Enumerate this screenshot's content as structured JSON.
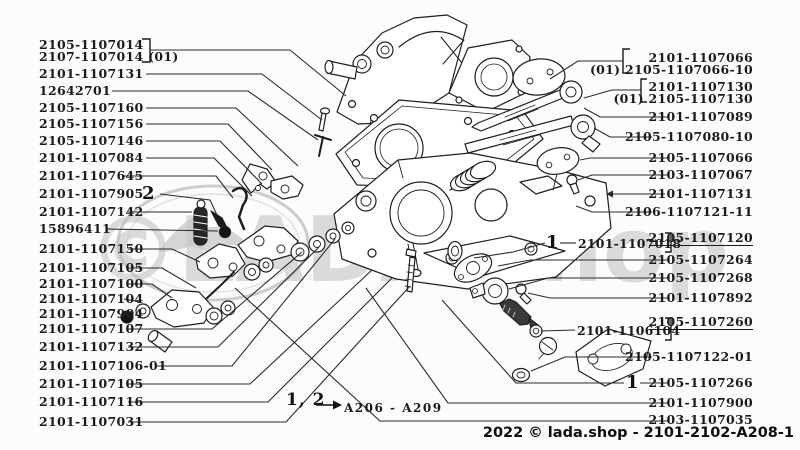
{
  "watermark": {
    "text": "©LADA.shop"
  },
  "footnote": {
    "markers": "1, 2",
    "reference": "A206 - A209"
  },
  "footer": {
    "copyright": "2022 © lada.shop - 2101-2102-A208-1"
  },
  "callout_markers": {
    "left_2": "2",
    "right_1": "1"
  },
  "callouts": [
    {
      "marker": "1",
      "part_number": "2101-1107018"
    },
    {
      "part_number": "2101-1106104"
    }
  ],
  "left_labels": [
    {
      "line1": "2105-1107014",
      "line2": "2107-1107014 (01)"
    },
    {
      "line1": "2101-1107131"
    },
    {
      "line1": "12642701"
    },
    {
      "line1": "2105-1107160"
    },
    {
      "line1": "2105-1107156"
    },
    {
      "line1": "2105-1107146"
    },
    {
      "line1": "2101-1107084"
    },
    {
      "line1": "2101-1107645"
    },
    {
      "line1": "2101-1107905"
    },
    {
      "line1": "2101-1107142"
    },
    {
      "line1": "15896411"
    },
    {
      "line1": "2101-1107150"
    },
    {
      "line1": "2101-1107105"
    },
    {
      "line1": "2101-1107100"
    },
    {
      "line1": "2101-1107104"
    },
    {
      "line1": "2101-1107904"
    },
    {
      "line1": "2101-1107107"
    },
    {
      "line1": "2101-1107132"
    },
    {
      "line1": "2101-1107106-01"
    },
    {
      "line1": "2101-1107105"
    },
    {
      "line1": "2101-1107116"
    },
    {
      "line1": "2101-1107031"
    }
  ],
  "right_labels": [
    {
      "line1": "2101-1107066",
      "line2": "(01) 2105-1107066-10"
    },
    {
      "line1": "2101-1107130",
      "line2": "(01) 2105-1107130"
    },
    {
      "line1": "2101-1107089"
    },
    {
      "line1": "2105-1107080-10"
    },
    {
      "line1": "2105-1107066"
    },
    {
      "line1": "2103-1107067"
    },
    {
      "line1": "2101-1107131"
    },
    {
      "line1": "2106-1107121-11"
    },
    {
      "line1": "2105-1107120",
      "underline": true
    },
    {
      "line1": "2105-1107264"
    },
    {
      "line1": "2105-1107268"
    },
    {
      "line1": "2101-1107892"
    },
    {
      "line1": "2105-1107260",
      "underline": true
    },
    {
      "line1": "2105-1107122-01"
    },
    {
      "line1": "2105-1107266"
    },
    {
      "line1": "2101-1107900"
    },
    {
      "line1": "2103-1107035"
    }
  ]
}
